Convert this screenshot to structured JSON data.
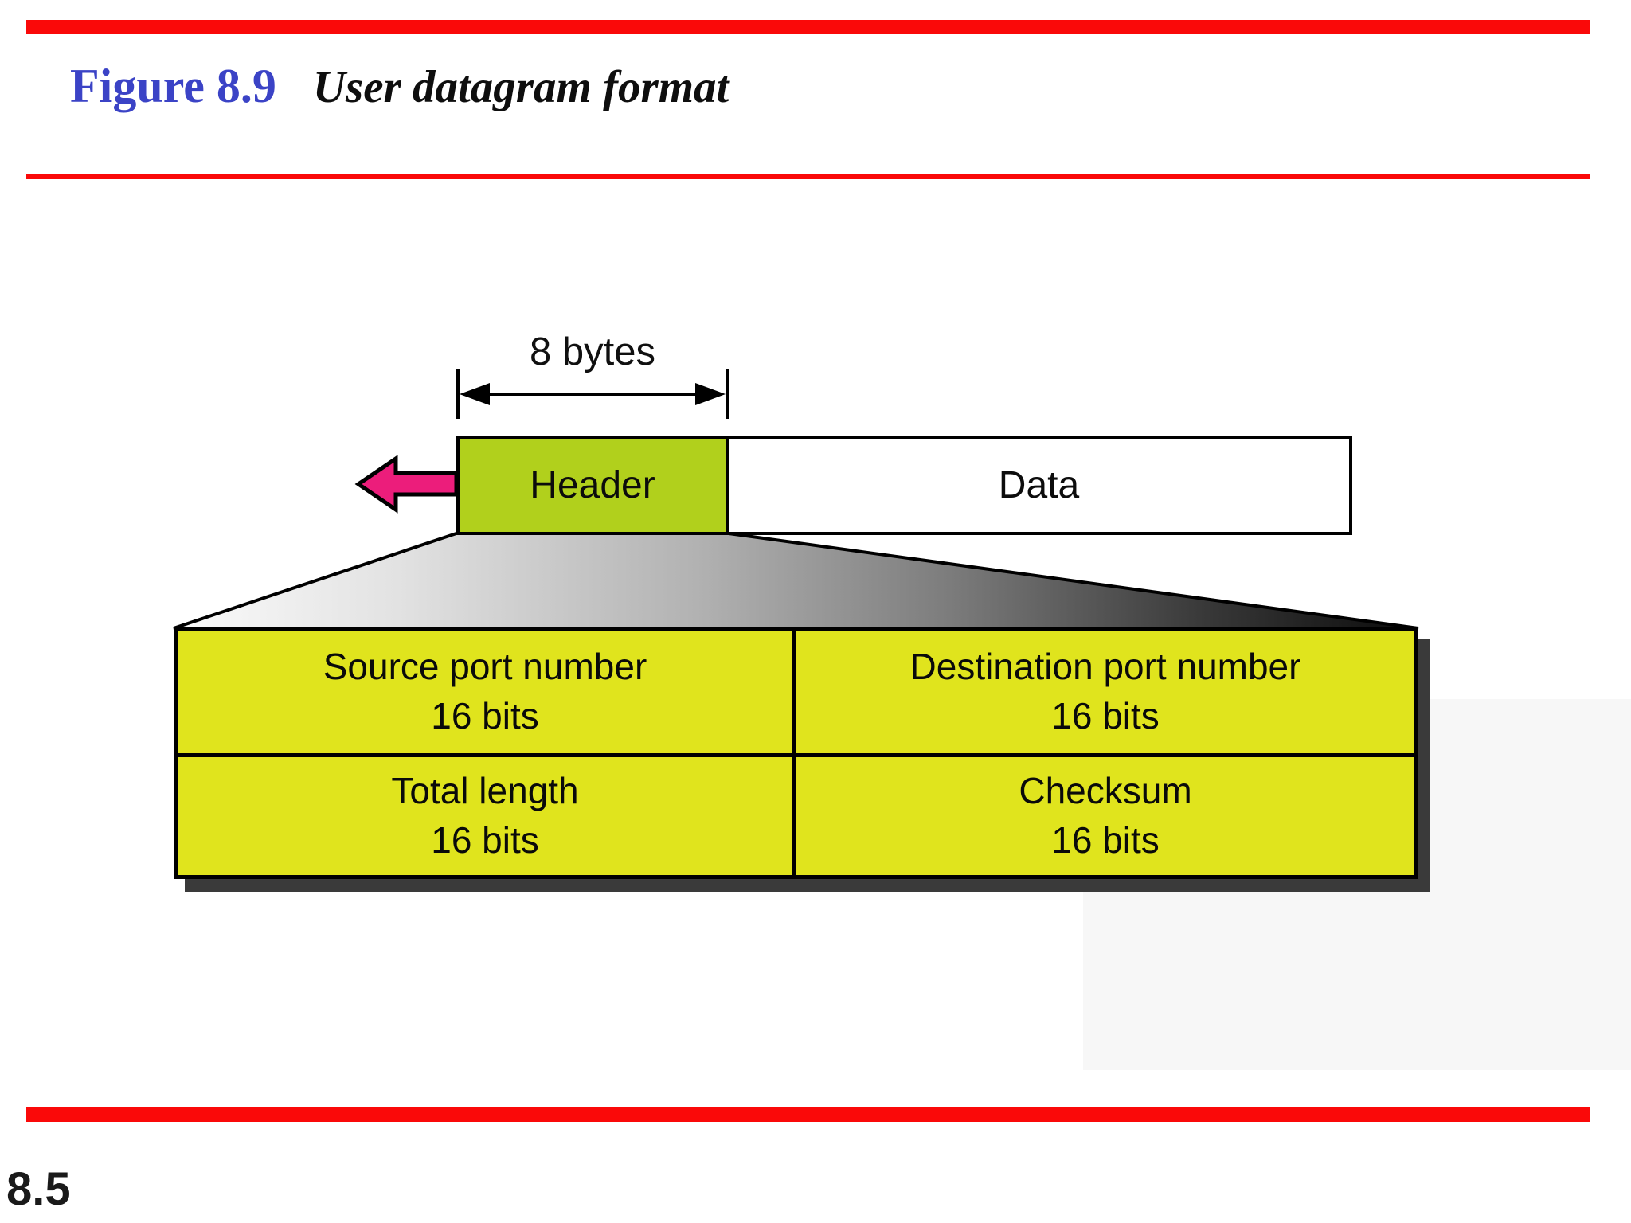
{
  "slide": {
    "figure_label": "Figure 8.9",
    "figure_title": "User datagram format",
    "page_number": "8.5"
  },
  "diagram": {
    "size_label": "8 bytes",
    "header_label": "Header",
    "data_label": "Data",
    "fields": [
      {
        "name": "Source port number",
        "size": "16 bits"
      },
      {
        "name": "Destination port number",
        "size": "16 bits"
      },
      {
        "name": "Total length",
        "size": "16 bits"
      },
      {
        "name": "Checksum",
        "size": "16 bits"
      }
    ]
  },
  "colors": {
    "accent_red": "#fa0909",
    "title_blue": "#3b43c6",
    "header_green": "#b1d01c",
    "field_yellow": "#e0e41d",
    "arrow_pink": "#ec1d7b",
    "shadow_gray": "#3a3a3a",
    "line_black": "#000000"
  }
}
